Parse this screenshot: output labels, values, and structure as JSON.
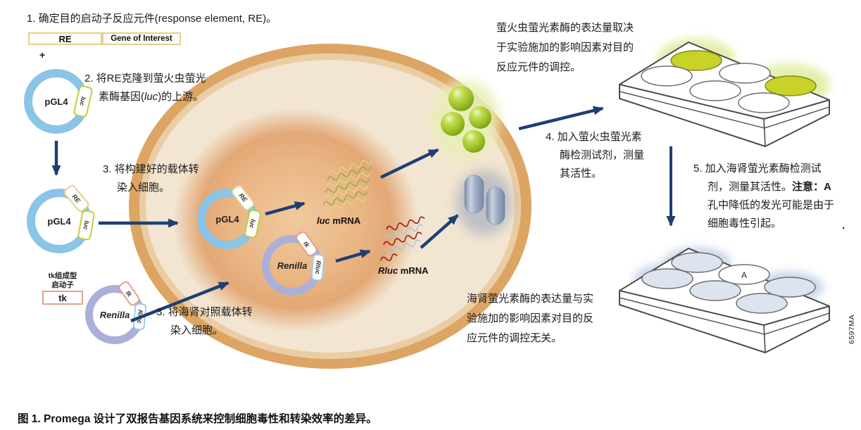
{
  "steps": {
    "s1": "1. 确定目的启动子反应元件(response element, RE)。",
    "s2_l1": "2. 将RE克隆到萤火虫萤光",
    "s2_l2_pre": "素酶基因(",
    "s2_l2_it": "luc",
    "s2_l2_post": ")的上游。",
    "s3a_l1": "3. 将构建好的载体转",
    "s3a_l2": "染入细胞。",
    "s3b_l1": "3. 将海肾对照载体转",
    "s3b_l2": "染入细胞。",
    "s4_l1": "4. 加入萤火虫萤光素",
    "s4_l2": "酶检测试剂，测量",
    "s4_l3": "其活性。",
    "s5_l1": "5. 加入海肾萤光素酶检测试",
    "s5_l2_pre": "剂，测量其活性。",
    "s5_l2_bold": "注意：A",
    "s5_l3": "孔中降低的发光可能是由于",
    "s5_l4": "细胞毒性引起。"
  },
  "paragraphs": {
    "firefly_l1": "萤火虫萤光素酶的表达量取决",
    "firefly_l2": "于实验施加的影响因素对目的",
    "firefly_l3": "反应元件的调控。",
    "renilla_l1": "海肾萤光素酶的表达量与实",
    "renilla_l2": "验施加的影响因素对目的反",
    "renilla_l3": "应元件的调控无关。"
  },
  "construct": {
    "re": "RE",
    "gene": "Gene of Interest",
    "plus": "+"
  },
  "plasmid": {
    "pgl4": "pGL4",
    "renilla": "Renilla"
  },
  "segments": {
    "luc": "luc",
    "re": "RE",
    "tk": "tk",
    "rluc": "Rluc"
  },
  "tk_promoter": {
    "line1": "tk组成型",
    "line2": "启动子",
    "box": "tk"
  },
  "mrna": {
    "luc": "luc",
    "luc_suffix": " mRNA",
    "rluc": "Rluc",
    "rluc_suffix": " mRNA"
  },
  "plate_bottom": {
    "well_label": "A"
  },
  "stray_period": ".",
  "figure_code": "6597MA",
  "caption": "图 1. Promega 设计了双报告基因系统来控制细胞毒性和转染效率的差异。",
  "colors": {
    "arrow_navy": "#1e3f72",
    "cell_ring": "#dda563",
    "cell_fill": "#f2e5d1",
    "nucleus": "#e5ab77",
    "pgl4_ring": "#8ac4e6",
    "renilla_ring": "#abb0d8",
    "luc_segment": "#bcd03a",
    "re_segment": "#e4cf8e",
    "tk_segment": "#e0a38c",
    "rluc_segment": "#a5cbe8",
    "firefly_protein_green": "#9abf25",
    "renilla_protein_gray": "#93a2bd",
    "glowing_well_green": "#c8d227",
    "glowing_well_blue": "#dde4ef",
    "mrna_yellow": "#e3d47c",
    "mrna_green": "#8fae4a",
    "mrna_red": "#8d2014",
    "mrna_blue": "#a9c4e2"
  }
}
